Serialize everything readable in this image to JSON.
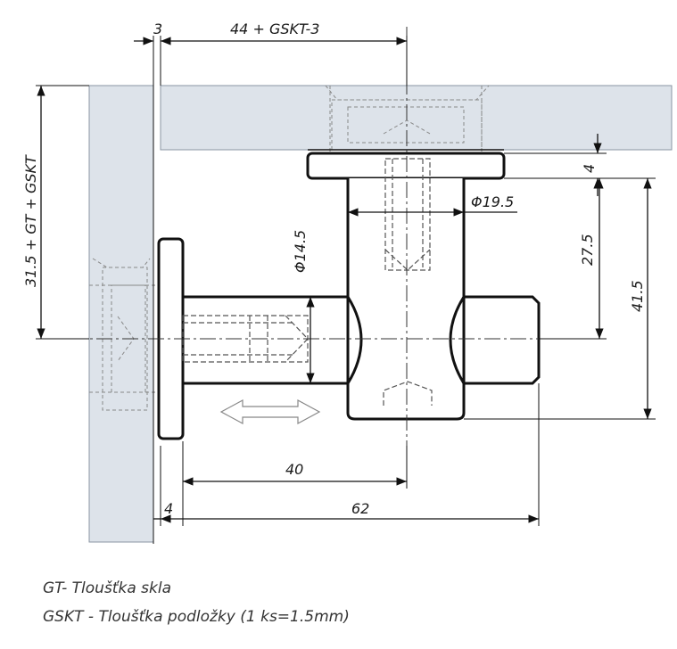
{
  "dimensions": {
    "top_offset": "3",
    "top_length": "44 + GSKT-3",
    "flange_thickness": "4",
    "body_diameter": "Φ19.5",
    "axis_to_flange": "27.5",
    "total_height": "41.5",
    "pin_diameter": "Φ14.5",
    "left_height": "31.5 + GT + GSKT",
    "pin_length": "40",
    "base_offset": "4",
    "total_length": "62"
  },
  "legend": {
    "gt": "GT- Tloušťka skla",
    "gskt": "GSKT - Tloušťka podložky (1 ks=1.5mm)"
  },
  "colors": {
    "glass": "#dde3ea",
    "line": "#111111",
    "hidden": "#888888"
  }
}
